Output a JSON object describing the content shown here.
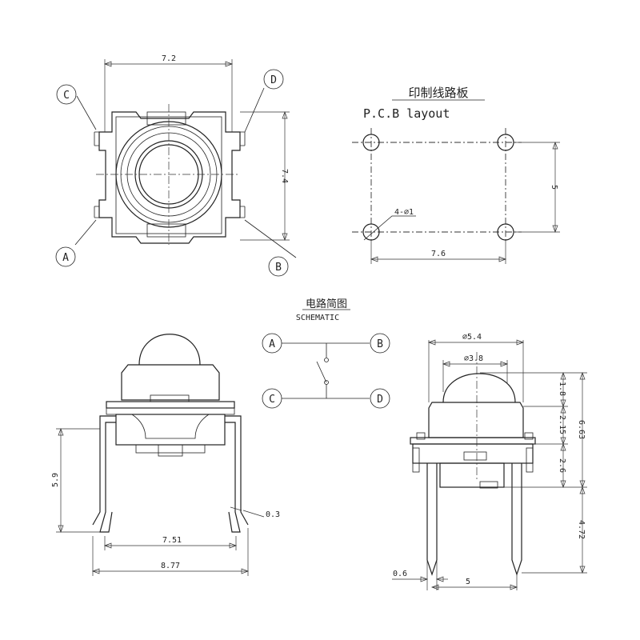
{
  "pcb": {
    "title_cn": "印制线路板",
    "title_en": "P.C.B layout",
    "dim_height": "5",
    "dim_width": "7.6",
    "hole_note": "4-⌀1"
  },
  "top_view": {
    "dim_width": "7.2",
    "dim_height": "7.4",
    "label_a": "A",
    "label_b": "B",
    "label_c": "C",
    "label_d": "D"
  },
  "schematic": {
    "title_cn": "电路简图",
    "title_en": "SCHEMATIC",
    "label_a": "A",
    "label_b": "B",
    "label_c": "C",
    "label_d": "D"
  },
  "front_view": {
    "dim_height": "5.9",
    "dim_lead": "0.3",
    "dim_inner": "7.51",
    "dim_outer": "8.77"
  },
  "side_view": {
    "dim_dia_outer": "⌀5.4",
    "dim_dia_inner": "⌀3.8",
    "dim_cap": "1.8",
    "dim_mid": "2.15",
    "dim_total": "6.63",
    "dim_base": "2.6",
    "dim_lead": "4.72",
    "dim_pin": "0.6",
    "dim_pitch": "5"
  }
}
